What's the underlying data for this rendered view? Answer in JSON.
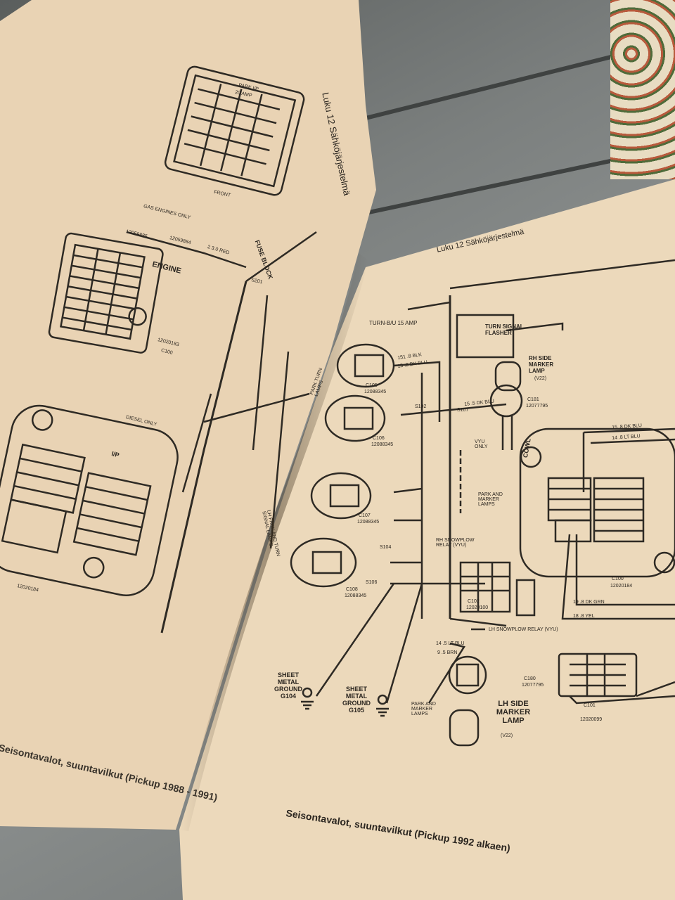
{
  "left_page": {
    "header": "Luku 12 Sähköjärjestelmä",
    "park_ip": "PARK I/P",
    "amp_20": "20 AMP",
    "front": "FRONT",
    "gas_engines_only": "GAS ENGINES ONLY",
    "part_a": "12059885",
    "part_b": "12059884",
    "engine": "ENGINE",
    "wire_red": "2 3.0 RED",
    "fuse_block": "FUSE BLOCK",
    "s201": "S201",
    "conn_part": "12020183",
    "c100": "C100",
    "diesel_only": "DIESEL ONLY",
    "ip": "I/P",
    "bottom_part": "12020184",
    "lh_park_turn": "LH PARK AND TURN SIGNAL LAMPS",
    "caption": "Seisontavalot, suuntavilkut (Pickup 1988 - 1991)"
  },
  "right_page": {
    "header": "Luku 12 Sähköjärjestelmä",
    "turn_fuse": "TURN-B/U 15 AMP",
    "turn_flasher": "TURN SIGNAL FLASHER",
    "rh_side_marker": "RH SIDE MARKER LAMP",
    "v22_a": "(V22)",
    "c181": "C181",
    "c181_part": "12077795",
    "wire_blk_a": "151 .8 BLK",
    "wire_dkblu": "15 .8 DK BLU",
    "rh_park_turn": "PARK TURN LAMPS",
    "c105": "C105",
    "c105_part": "12088345",
    "c106": "C106",
    "c106_part": "12088345",
    "c107": "C107",
    "c107_part": "12088345",
    "c108": "C108",
    "c108_part": "12088345",
    "s102": "S102",
    "s107": "S107",
    "s104": "S104",
    "s106": "S106",
    "wire_dkblu_b": "15 .5 DK BLU",
    "vyu_only": "VYU ONLY",
    "park_marker": "PARK AND MARKER LAMPS",
    "cowl": "COWL",
    "wire_dkblu_c": "15 .8 DK BLU",
    "wire_ltblu": "14 .8 LT BLU",
    "c100": "C100",
    "c100_part": "12020184",
    "wire_dkgrn": "19 .8 DK GRN",
    "wire_yel": "18 .8 YEL",
    "rh_snowplow": "RH SNOWPLOW RELAY (VYU)",
    "c102": "C102",
    "c102_part": "12020100",
    "lh_snowplow": "LH SNOWPLOW RELAY (VYU)",
    "wire_ltblu_b": "14 .5 LT BLU",
    "wire_brn": "9 .5 BRN",
    "c180": "C180",
    "c180_part": "12077795",
    "lh_side_marker": "LH SIDE MARKER LAMP",
    "v22_b": "(V22)",
    "c101": "C101",
    "c101_part": "12020099",
    "ground_a": "SHEET METAL GROUND G104",
    "ground_b": "SHEET METAL GROUND G105",
    "park_marker_b": "PARK AND MARKER LAMPS",
    "caption": "Seisontavalot, suuntavilkut (Pickup 1992 alkaen)"
  }
}
